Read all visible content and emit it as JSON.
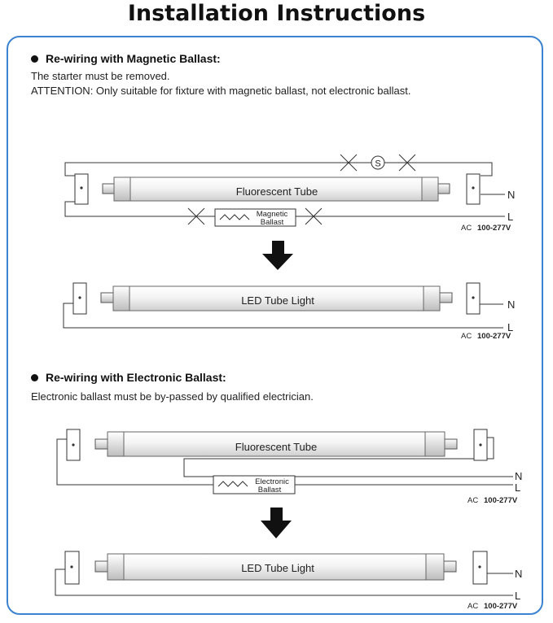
{
  "title": "Installation Instructions",
  "magnetic": {
    "heading": "Re-wiring with Magnetic Ballast:",
    "note1": "The starter must be removed.",
    "note2": "ATTENTION: Only suitable for fixture with magnetic ballast, not electronic ballast.",
    "tube_before": "Fluorescent Tube",
    "tube_after": "LED Tube Light",
    "starter": "S",
    "ballast_line1": "Magnetic",
    "ballast_line2": "Ballast",
    "neutral": "N",
    "live": "L",
    "voltage_prefix": "AC",
    "voltage": "100-277V"
  },
  "electronic": {
    "heading": "Re-wiring with Electronic Ballast:",
    "note1": "Electronic ballast must be by-passed by qualified electrician.",
    "tube_before": "Fluorescent Tube",
    "tube_after": "LED Tube Light",
    "ballast_line1": "Electronic",
    "ballast_line2": "Ballast",
    "neutral": "N",
    "live": "L",
    "voltage_prefix": "AC",
    "voltage": "100-277V"
  },
  "colors": {
    "panel_border": "#3b83d0",
    "line": "#333333",
    "arrow": "#111111"
  }
}
